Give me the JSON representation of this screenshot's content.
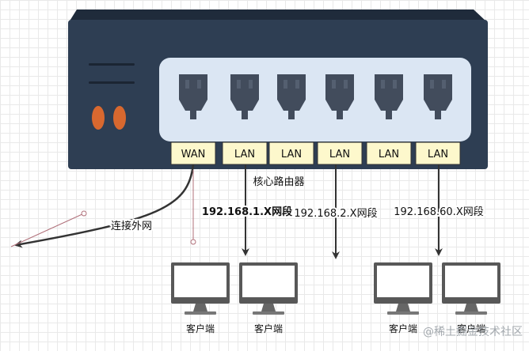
{
  "router": {
    "ports": [
      {
        "label": "WAN"
      },
      {
        "label": "LAN"
      },
      {
        "label": "LAN"
      },
      {
        "label": "LAN"
      },
      {
        "label": "LAN"
      },
      {
        "label": "LAN"
      }
    ],
    "caption": "核心路由器",
    "indicator_colors": [
      "#d8682f",
      "#d8682f"
    ],
    "body_color": "#2e3e53",
    "port_panel_color": "#dbe6f3",
    "port_label_bg": "#fdf8cc"
  },
  "links": {
    "wan_label": "连接外网",
    "segments": [
      {
        "label": "192.168.1.X网段"
      },
      {
        "label": "192.168.2.X网段"
      },
      {
        "label": "192.168.60.X网段"
      }
    ]
  },
  "clients": [
    {
      "label": "客户端"
    },
    {
      "label": "客户端"
    },
    {
      "label": "客户端"
    },
    {
      "label": "客户端"
    }
  ],
  "watermark": "@稀土掘金技术社区"
}
